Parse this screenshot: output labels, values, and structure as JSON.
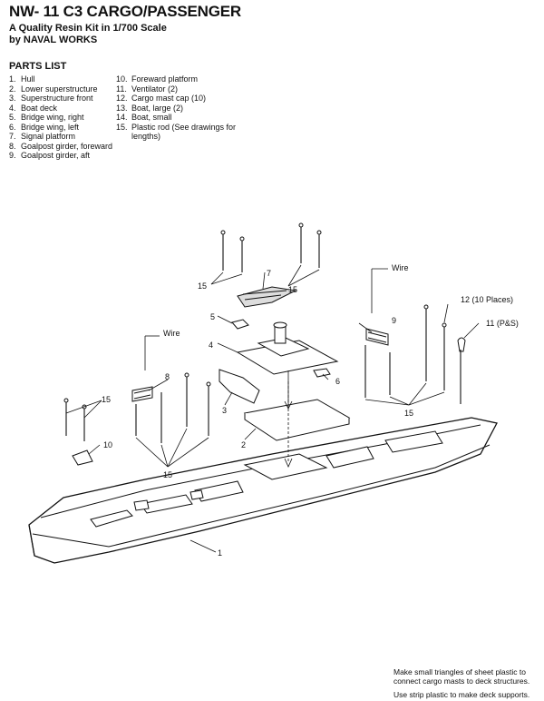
{
  "header": {
    "title": "NW- 11 C3 CARGO/PASSENGER",
    "subtitle_line1": "A Quality Resin Kit in 1/700 Scale",
    "subtitle_line2": "by NAVAL WORKS"
  },
  "parts_list": {
    "heading": "PARTS LIST",
    "column1": [
      {
        "num": "1.",
        "name": "Hull"
      },
      {
        "num": "2.",
        "name": "Lower superstructure"
      },
      {
        "num": "3.",
        "name": "Superstructure front"
      },
      {
        "num": "4.",
        "name": "Boat deck"
      },
      {
        "num": "5.",
        "name": "Bridge wing, right"
      },
      {
        "num": "6.",
        "name": "Bridge wing, left"
      },
      {
        "num": "7.",
        "name": "Signal platform"
      },
      {
        "num": "8.",
        "name": "Goalpost girder, foreward"
      },
      {
        "num": "9.",
        "name": "Goalpost girder, aft"
      }
    ],
    "column2": [
      {
        "num": "10.",
        "name": "Foreward platform"
      },
      {
        "num": "11.",
        "name": "Ventilator (2)"
      },
      {
        "num": "12.",
        "name": "Cargo mast cap (10)"
      },
      {
        "num": "13.",
        "name": "Boat, large (2)"
      },
      {
        "num": "14.",
        "name": "Boat, small"
      },
      {
        "num": "15.",
        "name": "Plastic rod (See drawings for lengths)"
      }
    ]
  },
  "diagram_labels": {
    "wire_aft": "Wire",
    "wire_fwd": "Wire",
    "l15_top_left": "15",
    "l15_top_right": "15",
    "l7": "7",
    "l5": "5",
    "l4": "4",
    "l6": "6",
    "l3": "3",
    "l2": "2",
    "l8": "8",
    "l9": "9",
    "l12": "12 (10 Places)",
    "l11": "11 (P&S)",
    "l15_left": "15",
    "l10": "10",
    "l15_mid": "15",
    "l15_right": "15",
    "l1": "1"
  },
  "notes": {
    "note1_line1": "Make small triangles of sheet  plastic to",
    "note1_line2": "connect cargo masts to deck structures.",
    "note2": "Use strip plastic to make deck supports."
  }
}
